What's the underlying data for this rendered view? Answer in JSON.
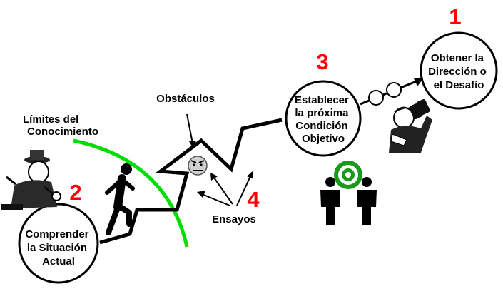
{
  "steps": {
    "s1": {
      "number": "1",
      "lines": [
        "Obtener la",
        "Dirección o",
        "el Desafío"
      ]
    },
    "s2": {
      "number": "2",
      "lines": [
        "Comprender",
        "la Situación",
        "Actual"
      ]
    },
    "s3": {
      "number": "3",
      "lines": [
        "Establecer",
        "la próxima",
        "Condición",
        "Objetivo"
      ]
    },
    "s4": {
      "number": "4"
    }
  },
  "labels": {
    "limits": [
      "Límites del",
      "Conocimiento"
    ],
    "obstacles": "Obstáculos",
    "trials": "Ensayos"
  },
  "colors": {
    "step_number": "#ff0000",
    "knowledge_boundary": "#00dd00",
    "target": "#1a9a1a"
  },
  "icons": [
    "detective-icon",
    "running-person-icon",
    "frustrated-face-icon",
    "two-people-target-icon",
    "person-with-binoculars-icon"
  ]
}
